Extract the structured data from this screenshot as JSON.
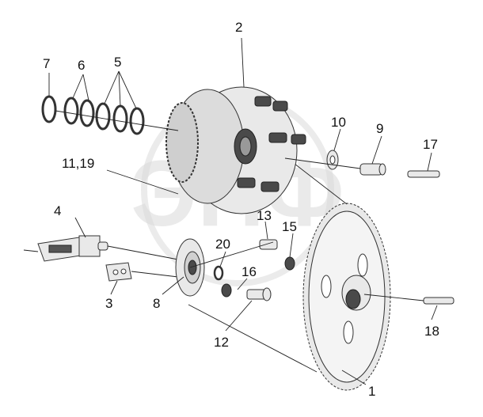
{
  "labels": {
    "l1": "1",
    "l2": "2",
    "l3": "3",
    "l4": "4",
    "l5": "5",
    "l6": "6",
    "l7": "7",
    "l8": "8",
    "l9": "9",
    "l10": "10",
    "l11_19": "11,19",
    "l12": "12",
    "l13": "13",
    "l15": "15",
    "l16": "16",
    "l17": "17",
    "l18": "18",
    "l20": "20"
  },
  "watermark": {
    "text": "ЭПФ"
  },
  "colors": {
    "line": "#222222",
    "part_fill": "#e9e9e9",
    "dark_fill": "#4a4a4a"
  }
}
